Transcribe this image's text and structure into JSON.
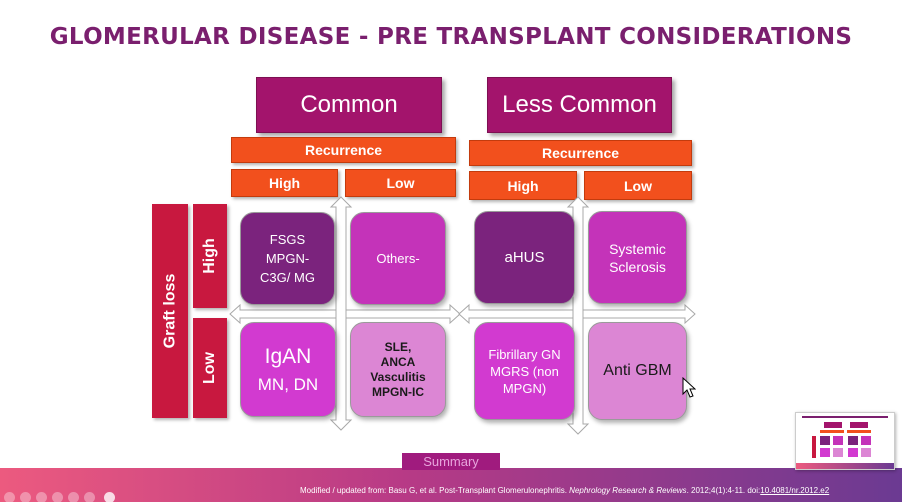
{
  "slide": {
    "title": "GLOMERULAR DISEASE - PRE TRANSPLANT CONSIDERATIONS",
    "left": {
      "header": "Common",
      "recurrence": "Recurrence",
      "high": "High",
      "low": "Low"
    },
    "right": {
      "header": "Less Common",
      "recurrence": "Recurrence",
      "high": "High",
      "low": "Low"
    },
    "graft_loss": "Graft loss",
    "row_high": "High",
    "row_low": "Low",
    "cells": {
      "fsgs": [
        "FSGS",
        "MPGN-",
        "C3G/ MG"
      ],
      "others": "Others-",
      "ahus": "aHUS",
      "systemic": [
        "Systemic",
        "Sclerosis"
      ],
      "igan": [
        "IgAN",
        "MN, DN"
      ],
      "sle": [
        "SLE,",
        "ANCA",
        "Vasculitis",
        "MPGN-IC"
      ],
      "fibrillary": [
        "Fibrillary GN",
        "MGRS (non",
        "MPGN)"
      ],
      "antigbm": "Anti GBM"
    },
    "summary_link": "Summary",
    "citation_prefix": "Modified / updated from: Basu G, et al. Post-Transplant Glomerulonephritis. ",
    "citation_journal": "Nephrology Research & Reviews",
    "citation_suffix": ". 2012;4(1):4-11. doi:",
    "citation_doi": "10.4081/nr.2012.e2"
  },
  "colors": {
    "title": "#7a1f6e",
    "header": "#a3146c",
    "orange": "#f2501d",
    "red": "#c8183f",
    "dark_purple": "#7b237d",
    "magenta": "#c433b9",
    "light_magenta": "#cf5bc7",
    "pale_magenta": "#dc86d4"
  }
}
